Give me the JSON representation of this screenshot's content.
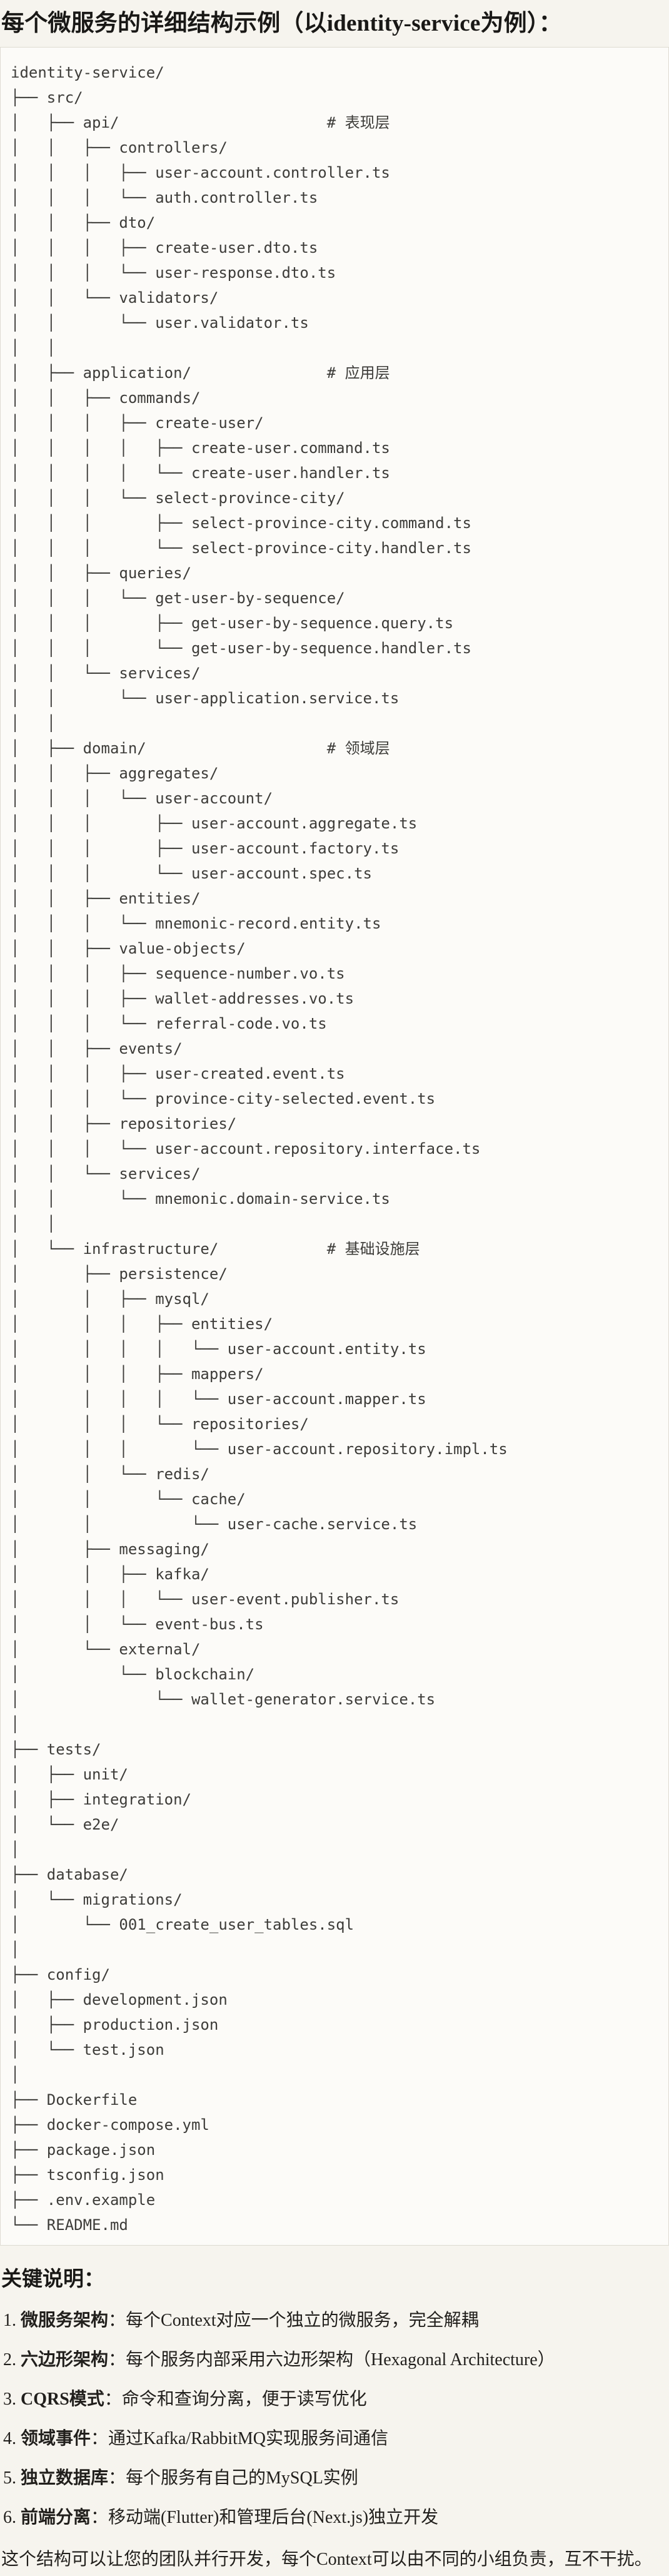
{
  "page": {
    "title": "每个微服务的详细结构示例（以identity-service为例）："
  },
  "tree": {
    "lines": [
      "identity-service/",
      "├── src/",
      "│   ├── api/                       # 表现层",
      "│   │   ├── controllers/",
      "│   │   │   ├── user-account.controller.ts",
      "│   │   │   └── auth.controller.ts",
      "│   │   ├── dto/",
      "│   │   │   ├── create-user.dto.ts",
      "│   │   │   └── user-response.dto.ts",
      "│   │   └── validators/",
      "│   │       └── user.validator.ts",
      "│   │",
      "│   ├── application/               # 应用层",
      "│   │   ├── commands/",
      "│   │   │   ├── create-user/",
      "│   │   │   │   ├── create-user.command.ts",
      "│   │   │   │   └── create-user.handler.ts",
      "│   │   │   └── select-province-city/",
      "│   │   │       ├── select-province-city.command.ts",
      "│   │   │       └── select-province-city.handler.ts",
      "│   │   ├── queries/",
      "│   │   │   └── get-user-by-sequence/",
      "│   │   │       ├── get-user-by-sequence.query.ts",
      "│   │   │       └── get-user-by-sequence.handler.ts",
      "│   │   └── services/",
      "│   │       └── user-application.service.ts",
      "│   │",
      "│   ├── domain/                    # 领域层",
      "│   │   ├── aggregates/",
      "│   │   │   └── user-account/",
      "│   │   │       ├── user-account.aggregate.ts",
      "│   │   │       ├── user-account.factory.ts",
      "│   │   │       └── user-account.spec.ts",
      "│   │   ├── entities/",
      "│   │   │   └── mnemonic-record.entity.ts",
      "│   │   ├── value-objects/",
      "│   │   │   ├── sequence-number.vo.ts",
      "│   │   │   ├── wallet-addresses.vo.ts",
      "│   │   │   └── referral-code.vo.ts",
      "│   │   ├── events/",
      "│   │   │   ├── user-created.event.ts",
      "│   │   │   └── province-city-selected.event.ts",
      "│   │   ├── repositories/",
      "│   │   │   └── user-account.repository.interface.ts",
      "│   │   └── services/",
      "│   │       └── mnemonic.domain-service.ts",
      "│   │",
      "│   └── infrastructure/            # 基础设施层",
      "│       ├── persistence/",
      "│       │   ├── mysql/",
      "│       │   │   ├── entities/",
      "│       │   │   │   └── user-account.entity.ts",
      "│       │   │   ├── mappers/",
      "│       │   │   │   └── user-account.mapper.ts",
      "│       │   │   └── repositories/",
      "│       │   │       └── user-account.repository.impl.ts",
      "│       │   └── redis/",
      "│       │       └── cache/",
      "│       │           └── user-cache.service.ts",
      "│       ├── messaging/",
      "│       │   ├── kafka/",
      "│       │   │   └── user-event.publisher.ts",
      "│       │   └── event-bus.ts",
      "│       └── external/",
      "│           └── blockchain/",
      "│               └── wallet-generator.service.ts",
      "│",
      "├── tests/",
      "│   ├── unit/",
      "│   ├── integration/",
      "│   └── e2e/",
      "│",
      "├── database/",
      "│   └── migrations/",
      "│       └── 001_create_user_tables.sql",
      "│",
      "├── config/",
      "│   ├── development.json",
      "│   ├── production.json",
      "│   └── test.json",
      "│",
      "├── Dockerfile",
      "├── docker-compose.yml",
      "├── package.json",
      "├── tsconfig.json",
      "├── .env.example",
      "└── README.md"
    ]
  },
  "notes": {
    "heading": "关键说明：",
    "items": [
      {
        "num": "1. ",
        "label": "微服务架构",
        "text": "：每个Context对应一个独立的微服务，完全解耦"
      },
      {
        "num": "2. ",
        "label": "六边形架构",
        "text": "：每个服务内部采用六边形架构（Hexagonal Architecture）"
      },
      {
        "num": "3. ",
        "label": "CQRS模式",
        "text": "：命令和查询分离，便于读写优化"
      },
      {
        "num": "4. ",
        "label": "领域事件",
        "text": "：通过Kafka/RabbitMQ实现服务间通信"
      },
      {
        "num": "5. ",
        "label": "独立数据库",
        "text": "：每个服务有自己的MySQL实例"
      },
      {
        "num": "6. ",
        "label": "前端分离",
        "text": "：移动端(Flutter)和管理后台(Next.js)独立开发"
      }
    ],
    "footer": "这个结构可以让您的团队并行开发，每个Context可以由不同的小组负责，互不干扰。"
  }
}
